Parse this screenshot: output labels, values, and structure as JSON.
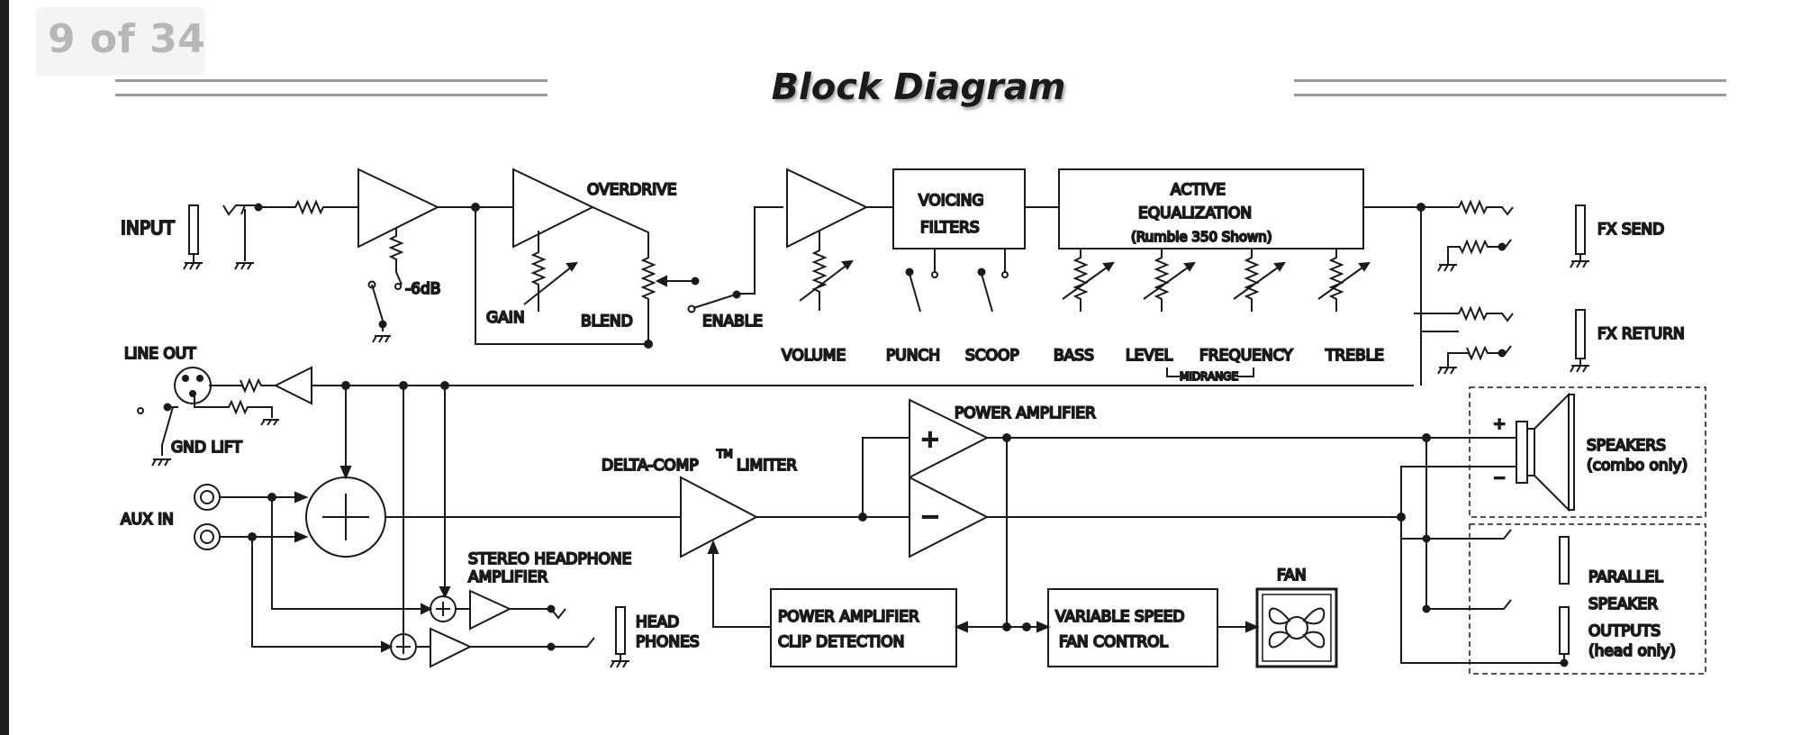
{
  "page": {
    "counter": "9 of 34",
    "title": "Block Diagram"
  },
  "labels": {
    "input": "INPUT",
    "minus6db": "-6dB",
    "overdrive": "OVERDRIVE",
    "gain": "GAIN",
    "blend": "BLEND",
    "enable": "ENABLE",
    "volume": "VOLUME",
    "voicing_filters_1": "VOICING",
    "voicing_filters_2": "FILTERS",
    "punch": "PUNCH",
    "scoop": "SCOOP",
    "active_eq_1": "ACTIVE",
    "active_eq_2": "EQUALIZATION",
    "active_eq_3": "(Rumble 350 Shown)",
    "bass": "BASS",
    "level": "LEVEL",
    "frequency": "FREQUENCY",
    "treble": "TREBLE",
    "midrange": "MIDRANGE",
    "fx_send": "FX SEND",
    "fx_return": "FX RETURN",
    "line_out": "LINE OUT",
    "gnd_lift": "GND LIFT",
    "aux_in": "AUX IN",
    "delta_comp": "DELTA-COMP",
    "tm": "TM",
    "limiter": "LIMITER",
    "power_amplifier": "POWER AMPLIFIER",
    "plus": "+",
    "minus": "−",
    "stereo_hp_1": "STEREO HEADPHONE",
    "stereo_hp_2": "AMPLIFIER",
    "headphones_1": "HEAD",
    "headphones_2": "PHONES",
    "clip_1": "POWER AMPLIFIER",
    "clip_2": "CLIP DETECTION",
    "fan_control_1": "VARIABLE SPEED",
    "fan_control_2": "FAN CONTROL",
    "fan": "FAN",
    "speakers_1": "SPEAKERS",
    "speakers_2": "(combo only)",
    "spk_plus": "+",
    "spk_minus": "−",
    "parallel_1": "PARALLEL",
    "parallel_2": "SPEAKER",
    "parallel_3": "OUTPUTS",
    "parallel_4": "(head only)"
  },
  "colors": {
    "ink": "#1a1a1a",
    "rule": "#9a9a9a",
    "page_counter": "#b7b7b7"
  }
}
